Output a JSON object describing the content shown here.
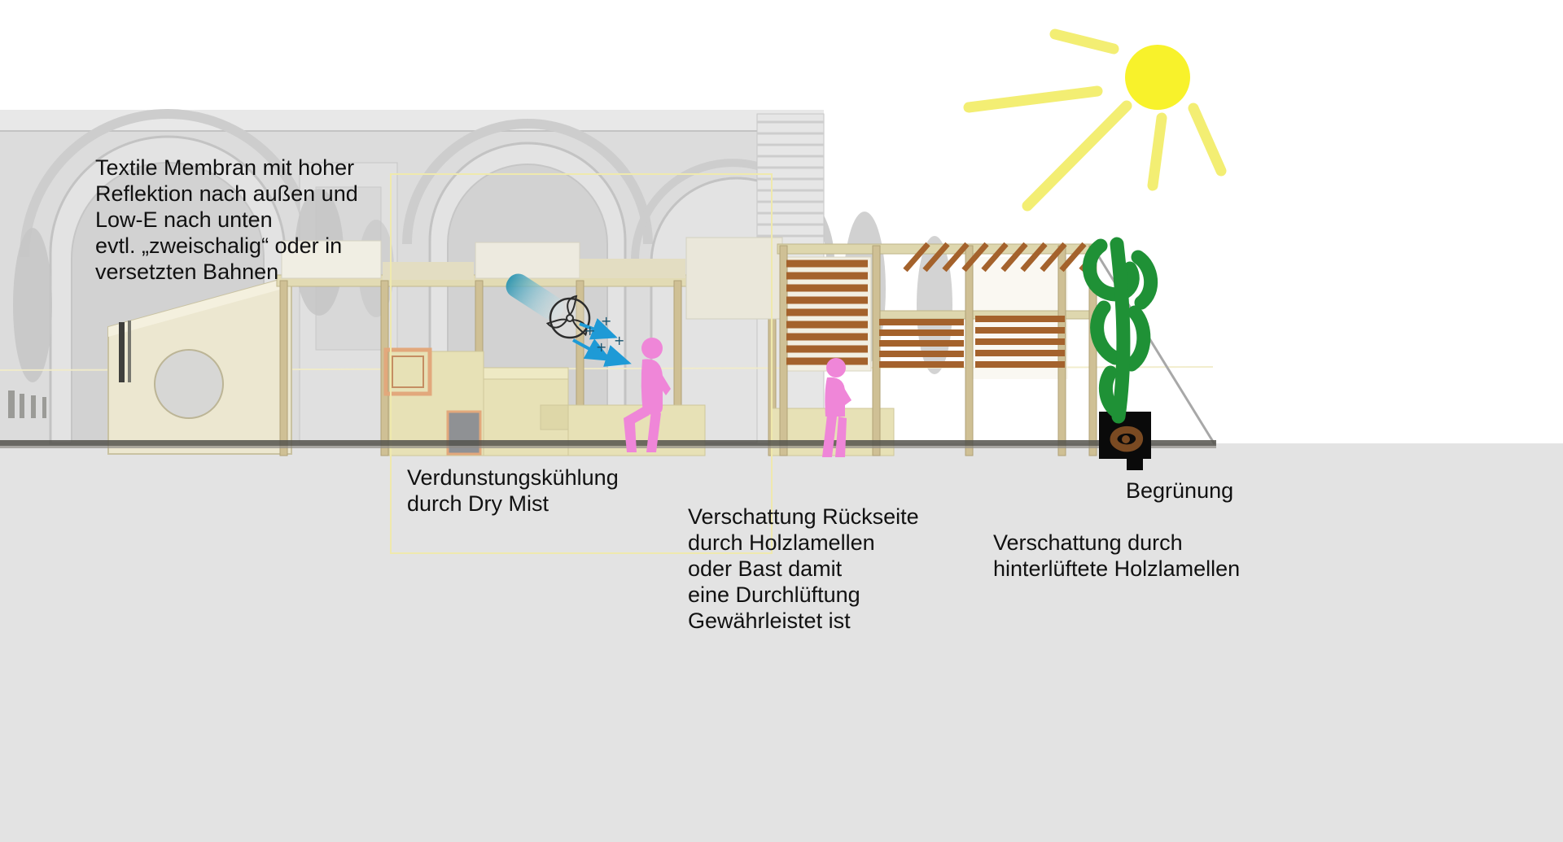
{
  "annotations": {
    "membrane": "Textile Membran mit hoher\nReflektion nach außen und\nLow-E nach unten\nevtl. „zweischalig“ oder in\nversetzten Bahnen",
    "dry_mist": "Verdunstungskühlung\ndurch Dry Mist",
    "shading_rear": "Verschattung Rückseite\ndurch Holzlamellen\noder Bast damit\neine Durchlüftung\nGewährleistet ist",
    "shading_slats": "Verschattung durch\nhinterlüftete Holzlamellen",
    "greening": "Begrünung"
  },
  "glyphs": {
    "plus": "+"
  },
  "colors": {
    "sun": "#f8f22b",
    "sun_rays": "#f3ee73",
    "greenery": "#1f9136",
    "wood_slats": "#a4622c",
    "figure_pink": "#ef86d8",
    "mist_blue": "#1e9ad6",
    "structure_beige": "#e7e1b6",
    "background_grey": "#e3e3e3"
  }
}
